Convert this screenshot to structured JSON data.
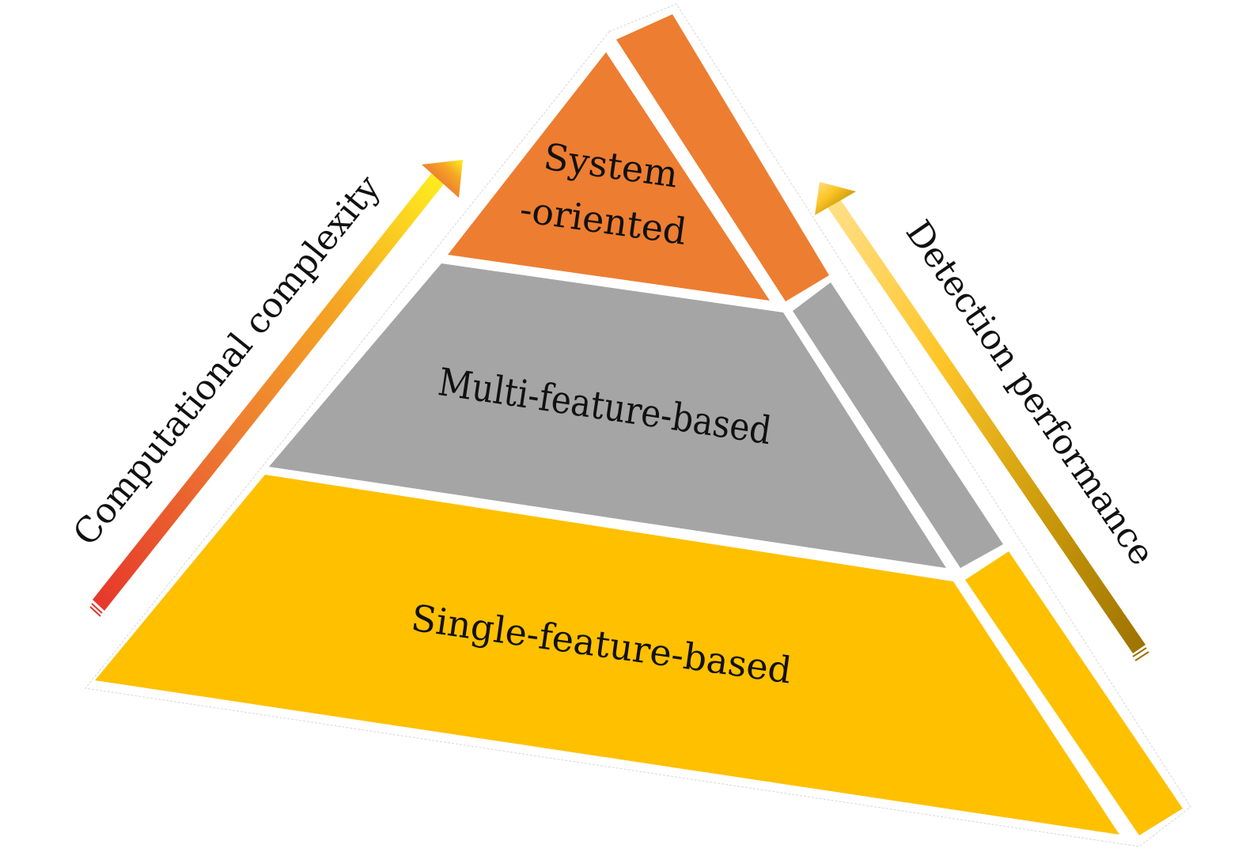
{
  "diagram": {
    "type": "pyramid",
    "layers": [
      {
        "id": "top",
        "label_lines": [
          "System",
          "-oriented"
        ],
        "color": "#ED7D31",
        "side_color": "#ED7D31"
      },
      {
        "id": "middle",
        "label_lines": [
          "Multi-feature-based"
        ],
        "color": "#A5A5A5",
        "side_color": "#A5A5A5"
      },
      {
        "id": "bottom",
        "label_lines": [
          "Single-feature-based"
        ],
        "color": "#FFC000",
        "side_color": "#FFC000"
      }
    ],
    "left_arrow": {
      "label": "Computational complexity",
      "direction": "up",
      "gradient": [
        "#E6352B",
        "#ED7D31",
        "#F5A623",
        "#FFF01F"
      ]
    },
    "right_arrow": {
      "label": "Detection performance",
      "direction": "up",
      "gradient": [
        "#9C7200",
        "#C9980A",
        "#FFC629",
        "#FFE08A"
      ]
    }
  }
}
